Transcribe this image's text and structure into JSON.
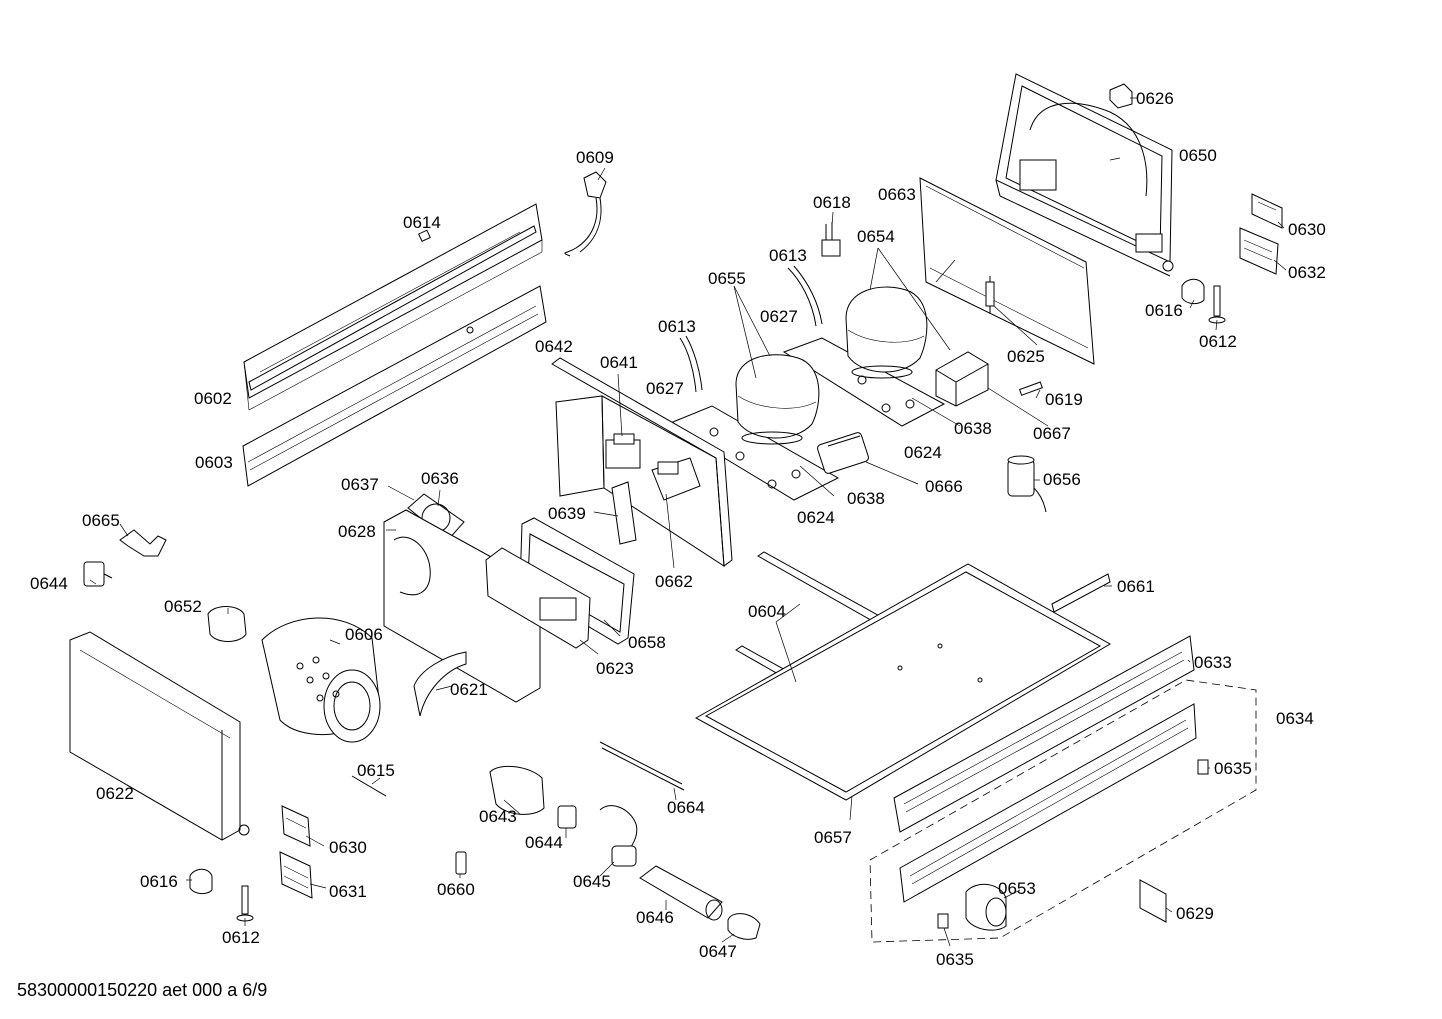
{
  "labels": {
    "p0602": "0602",
    "p0603": "0603",
    "p0604": "0604",
    "p0606": "0606",
    "p0609": "0609",
    "p0612a": "0612",
    "p0612b": "0612",
    "p0613a": "0613",
    "p0613b": "0613",
    "p0614": "0614",
    "p0615": "0615",
    "p0616a": "0616",
    "p0616b": "0616",
    "p0618": "0618",
    "p0619": "0619",
    "p0621": "0621",
    "p0622": "0622",
    "p0623": "0623",
    "p0624a": "0624",
    "p0624b": "0624",
    "p0625": "0625",
    "p0626": "0626",
    "p0627a": "0627",
    "p0627b": "0627",
    "p0628": "0628",
    "p0629": "0629",
    "p0630a": "0630",
    "p0630b": "0630",
    "p0631": "0631",
    "p0632": "0632",
    "p0633": "0633",
    "p0634": "0634",
    "p0635a": "0635",
    "p0635b": "0635",
    "p0636": "0636",
    "p0637": "0637",
    "p0638a": "0638",
    "p0638b": "0638",
    "p0639": "0639",
    "p0641": "0641",
    "p0642": "0642",
    "p0643": "0643",
    "p0644a": "0644",
    "p0644b": "0644",
    "p0645": "0645",
    "p0646": "0646",
    "p0647": "0647",
    "p0650": "0650",
    "p0652": "0652",
    "p0653": "0653",
    "p0654": "0654",
    "p0655": "0655",
    "p0656": "0656",
    "p0657": "0657",
    "p0658": "0658",
    "p0660": "0660",
    "p0661": "0661",
    "p0662": "0662",
    "p0663": "0663",
    "p0664": "0664",
    "p0665": "0665",
    "p0666": "0666",
    "p0667": "0667"
  },
  "footer": {
    "drawing_id": "58300000150220 aet 000 a 6/9"
  }
}
